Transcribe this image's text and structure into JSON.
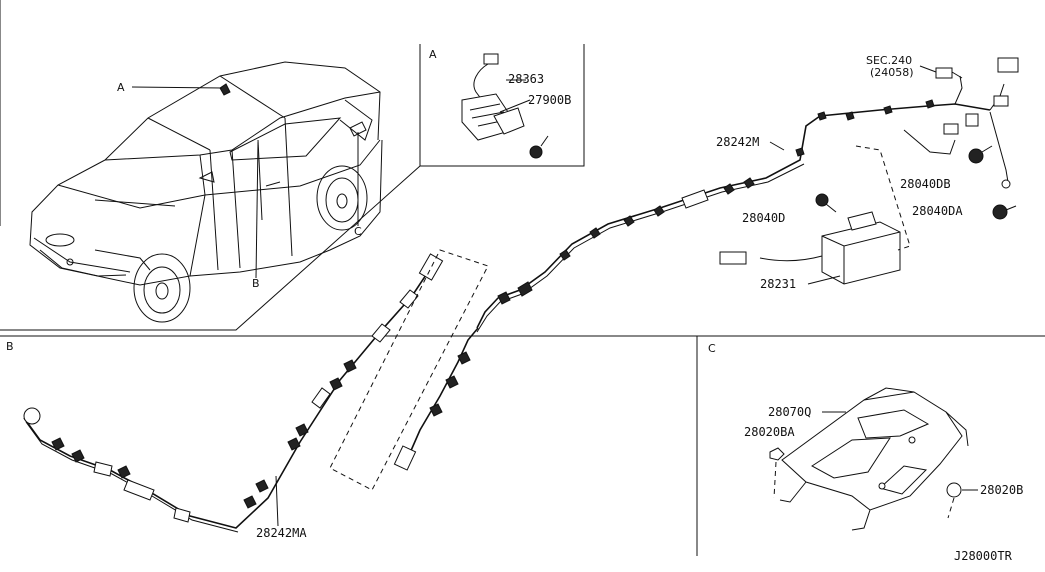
{
  "sections": {
    "a": "A",
    "b": "B",
    "c": "C"
  },
  "car_callouts": {
    "a": "A",
    "b": "B",
    "c": "C"
  },
  "parts": {
    "p28363": "28363",
    "p27900B": "27900B",
    "sec240_line1": "SEC.240",
    "sec240_line2": "(24058)",
    "p28242M": "28242M",
    "p28040DB": "28040DB",
    "p28040D": "28040D",
    "p28040DA": "28040DA",
    "p28231": "28231",
    "p28242MA": "28242MA",
    "p28070Q": "28070Q",
    "p28020BA": "28020BA",
    "p28020B": "28020B"
  },
  "diagram_code": "J28000TR"
}
